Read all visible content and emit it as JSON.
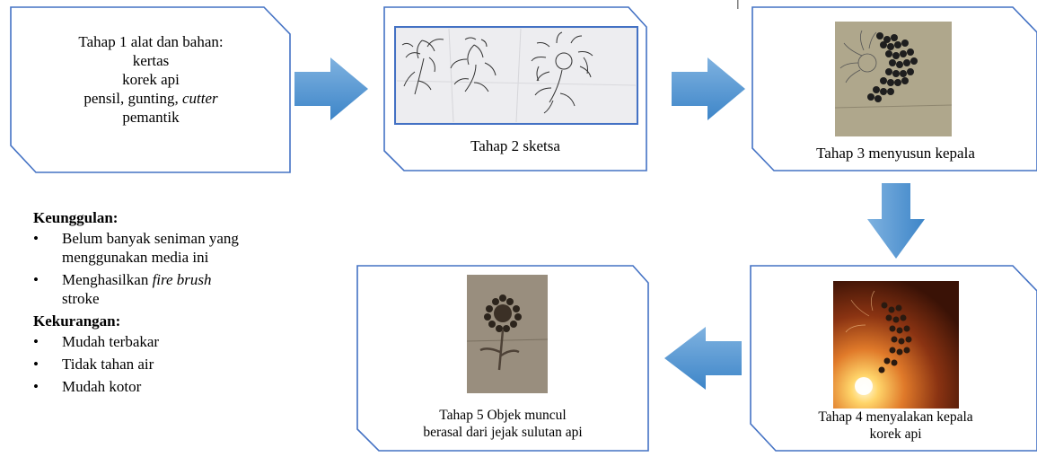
{
  "steps": [
    {
      "id": "step1",
      "lines": [
        "Tahap 1 alat dan bahan:",
        "kertas",
        "korek api",
        "pensil, gunting, cutter",
        "pemantik"
      ],
      "italic_word": "cutter"
    },
    {
      "id": "step2",
      "caption": "Tahap 2 sketsa",
      "image": "sketch-photo"
    },
    {
      "id": "step3",
      "caption": "Tahap 3 menyusun kepala",
      "image": "arranged-match-heads-photo"
    },
    {
      "id": "step4",
      "caption_lines": [
        "Tahap 4 menyalakan kepala",
        "korek api"
      ],
      "image": "lit-match-heads-photo"
    },
    {
      "id": "step5",
      "caption_lines": [
        "Tahap 5 Objek muncul",
        "berasal dari jejak sulutan api"
      ],
      "image": "burnt-flower-result-photo"
    }
  ],
  "advantages": {
    "heading": "Keunggulan:",
    "items": [
      {
        "text": "Belum banyak seniman yang menggunakan media ini"
      },
      {
        "pre": "Menghasilkan ",
        "italic": "fire brush",
        "post": " stroke"
      }
    ]
  },
  "disadvantages": {
    "heading": "Kekurangan:",
    "items": [
      "Mudah terbakar",
      "Tidak tahan air",
      "Mudah kotor"
    ]
  },
  "colors": {
    "box_border": "#4472c4",
    "arrow": "#5b9bd5",
    "arrow_dark": "#2e75b6"
  }
}
